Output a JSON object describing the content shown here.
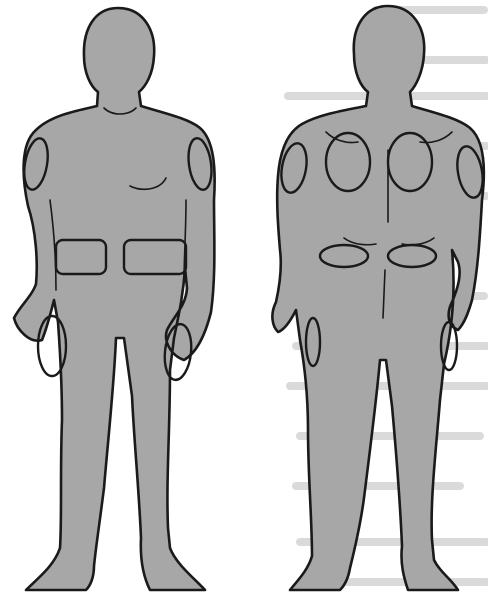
{
  "colors": {
    "background": "#ffffff",
    "body_fill": "#a7a7a7",
    "outline": "#1a1a1a",
    "bleed_through_text": "#dadada"
  },
  "figures": [
    {
      "id": "front",
      "view": "front",
      "marked_zones": [
        "upper-arm-right",
        "upper-arm-left",
        "abdomen-right",
        "abdomen-left",
        "thigh-right",
        "thigh-left"
      ]
    },
    {
      "id": "back",
      "view": "back",
      "marked_zones": [
        "upper-arm-left",
        "upper-arm-right",
        "upper-back-left",
        "upper-back-right",
        "lower-back-left",
        "lower-back-right",
        "thigh-back-left",
        "thigh-back-right"
      ]
    }
  ]
}
